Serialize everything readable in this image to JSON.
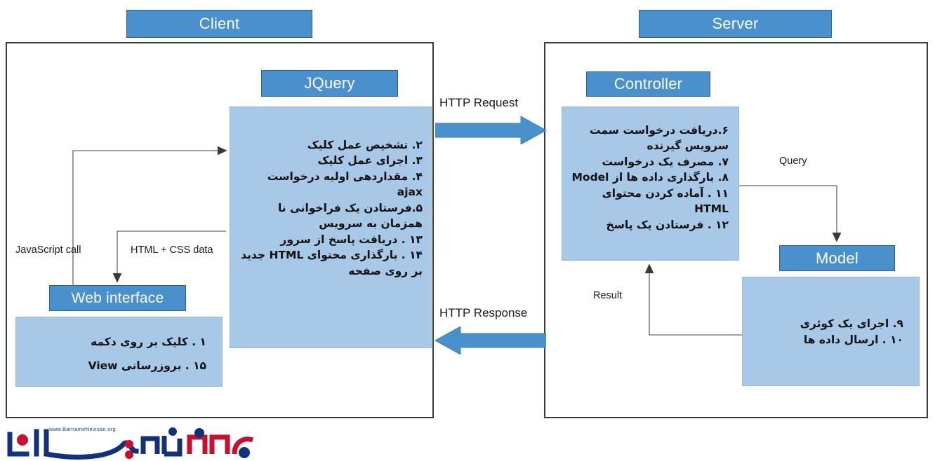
{
  "diagram": {
    "title_client": "Client",
    "title_server": "Server",
    "client": {
      "jquery_header": "JQuery",
      "jquery_steps": [
        "۲. تشخیص عمل کلیک",
        "۳. اجرای عمل کلیک",
        "۴. مقداردهی اولیه درخواست  ajax",
        "۵.فرستادن یک فراخوانی نا همزمان به سرویس",
        "۱۳ . دریافت پاسخ از سرور",
        "۱۴ . بارگذاری محتوای  HTML  جدید بر روی صفحه"
      ],
      "web_interface_label": "Web interface",
      "view_steps": [
        "۱ . کلیک بر روی دکمه",
        "۱۵ . بروزرسانی  View"
      ],
      "edge_javascript_call": "JavaScript call",
      "edge_html_css_data": "HTML + CSS data"
    },
    "server": {
      "controller_header": "Controller",
      "controller_steps": [
        "۶.دریافت درخواست سمت سرویس گیرنده",
        "۷. مصرف یک درخواست",
        "۸. بارگذاری داده ها از  Model",
        "۱۱ . آماده کردن محتوای HTML",
        "۱۲ . فرستادن یک پاسخ"
      ],
      "model_header": "Model",
      "model_steps": [
        "۹. اجرای یک کوئری",
        "۱۰ . ارسال داده ها"
      ],
      "edge_query": "Query",
      "edge_result": "Result"
    },
    "transport": {
      "http_request": "HTTP Request",
      "http_response": "HTTP Response"
    },
    "watermark": {
      "site_url": "www.BarnameNevisan.org",
      "brand_fa": "برنامه نویسان"
    },
    "colors": {
      "header_fill": "#4a90cd",
      "header_border": "#2f5f8a",
      "panel_fill": "#a8c8e8",
      "outline": "#3a3a3a",
      "arrow_blue": "#4a90cd",
      "connector_gray": "#808080",
      "logo_navy": "#13307a",
      "logo_red": "#c8102e"
    }
  }
}
